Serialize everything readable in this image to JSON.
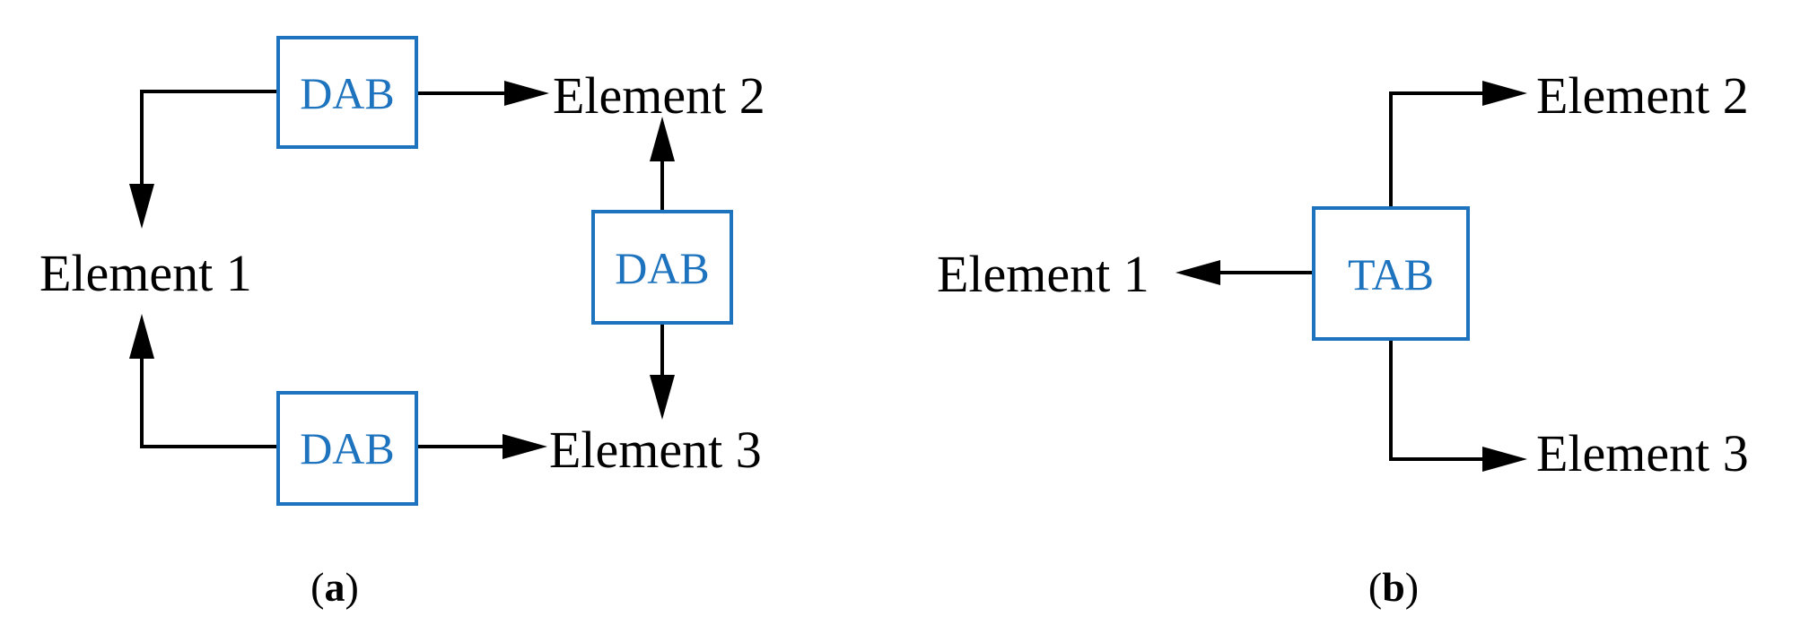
{
  "colors": {
    "box_stroke": "#1e73be",
    "box_text": "#1e73be",
    "lines": "#000000",
    "text": "#000000"
  },
  "panel_a": {
    "caption": {
      "open": "(",
      "letter": "a",
      "close": ")"
    },
    "boxes": [
      "DAB",
      "DAB",
      "DAB"
    ],
    "elements": [
      "Element 1",
      "Element 2",
      "Element 3"
    ]
  },
  "panel_b": {
    "caption": {
      "open": "(",
      "letter": "b",
      "close": ")"
    },
    "box": "TAB",
    "elements": [
      "Element 1",
      "Element 2",
      "Element 3"
    ]
  }
}
